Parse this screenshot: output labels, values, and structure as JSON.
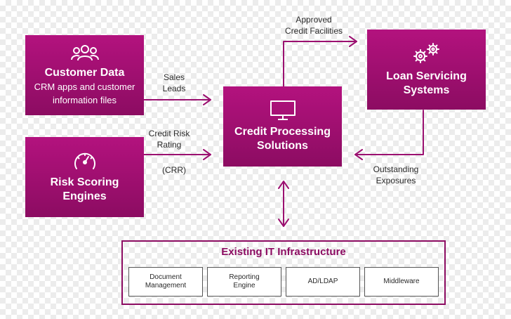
{
  "boxes": {
    "customer_data": {
      "title": "Customer Data",
      "sub1": "CRM apps and customer",
      "sub2": "information files",
      "icon": "users-icon"
    },
    "risk_scoring": {
      "title1": "Risk Scoring",
      "title2": "Engines",
      "icon": "speedometer-icon"
    },
    "credit_processing": {
      "title1": "Credit Processing",
      "title2": "Solutions",
      "icon": "monitor-icon"
    },
    "loan_servicing": {
      "title1": "Loan Servicing",
      "title2": "Systems",
      "icon": "gears-icon"
    }
  },
  "labels": {
    "sales_leads_1": "Sales",
    "sales_leads_2": "Leads",
    "credit_risk_1": "Credit Risk",
    "credit_risk_2": "Rating",
    "credit_risk_3": "(CRR)",
    "approved_1": "Approved",
    "approved_2": "Credit Facilities",
    "outstanding_1": "Outstanding",
    "outstanding_2": "Exposures"
  },
  "infrastructure": {
    "title": "Existing IT Infrastructure",
    "items": [
      {
        "line1": "Document",
        "line2": "Management"
      },
      {
        "line1": "Reporting",
        "line2": "Engine"
      },
      {
        "line1": "AD/LDAP",
        "line2": ""
      },
      {
        "line1": "Middleware",
        "line2": ""
      }
    ]
  },
  "colors": {
    "brand": "#a30f72",
    "brand_dark": "#8c0c62",
    "line": "#9b1070"
  }
}
